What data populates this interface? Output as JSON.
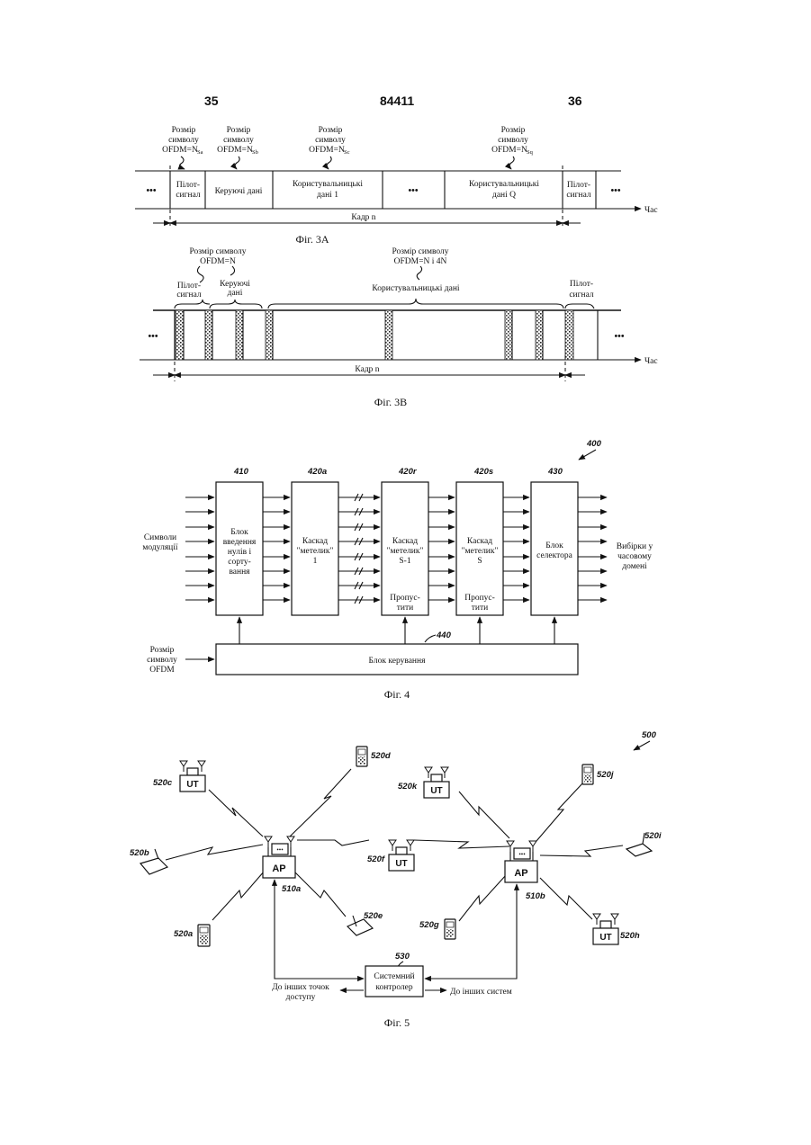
{
  "header": {
    "left_page": "35",
    "doc_number": "84411",
    "right_page": "36"
  },
  "fig3a": {
    "label_sa": [
      "Розмір",
      "символу",
      "OFDM=N",
      "Sa"
    ],
    "label_sb": [
      "Розмір",
      "символу",
      "OFDM=N",
      "Sb"
    ],
    "label_sc": [
      "Розмір",
      "символу",
      "OFDM=N",
      "Sc"
    ],
    "label_sq": [
      "Розмір",
      "символу",
      "OFDM=N",
      "Sq"
    ],
    "ellipsis": "•••",
    "pilot": [
      "Пілот-",
      "сигнал"
    ],
    "control": "Керуючі дані",
    "user1": [
      "Користувальницькі",
      "дані 1"
    ],
    "userq": [
      "Користувальницькі",
      "дані Q"
    ],
    "time": "Час",
    "frame": "Кадр n",
    "caption": "Фіг. 3А"
  },
  "fig3b": {
    "symbol_n": [
      "Розмір символу",
      "OFDM=N"
    ],
    "symbol_n4n": [
      "Розмір символу",
      "OFDM=N і 4N"
    ],
    "pilot": [
      "Пілот-",
      "сигнал"
    ],
    "control": [
      "Керуючі",
      "дані"
    ],
    "user": "Користувальницькі дані",
    "ellipsis": "•••",
    "time": "Час",
    "frame": "Кадр n",
    "caption": "Фіг. 3В"
  },
  "fig4": {
    "ref_main": "400",
    "ref_410": "410",
    "ref_420a": "420a",
    "ref_420r": "420r",
    "ref_420s": "420s",
    "ref_430": "430",
    "ref_440": "440",
    "input_label": [
      "Символи",
      "модуляції"
    ],
    "output_label": [
      "Вибірки у",
      "часовому",
      "домені"
    ],
    "block410": [
      "Блок",
      "введення",
      "нулів і",
      "сорту-",
      "вання"
    ],
    "block420a": [
      "Каскад",
      "\"метелик\"",
      "1"
    ],
    "block420r": [
      "Каскад",
      "\"метелик\"",
      "S-1"
    ],
    "block420s": [
      "Каскад",
      "\"метелик\"",
      "S"
    ],
    "bypass": [
      "Пропус-",
      "тити"
    ],
    "block430": [
      "Блок",
      "селектора"
    ],
    "control_label": [
      "Розмір",
      "символу",
      "OFDM"
    ],
    "control_block": "Блок керування",
    "caption": "Фіг. 4"
  },
  "fig5": {
    "ref_main": "500",
    "ap": "AP",
    "ut": "UT",
    "ref_510a": "510a",
    "ref_510b": "510b",
    "ref_520a": "520a",
    "ref_520b": "520b",
    "ref_520c": "520c",
    "ref_520d": "520d",
    "ref_520e": "520e",
    "ref_520f": "520f",
    "ref_520g": "520g",
    "ref_520h": "520h",
    "ref_520i": "520i",
    "ref_520j": "520j",
    "ref_520k": "520k",
    "ref_530": "530",
    "controller": [
      "Системний",
      "контролер"
    ],
    "to_access_points": [
      "До інших точок",
      "доступу"
    ],
    "to_systems": "До інших систем",
    "caption": "Фіг. 5"
  }
}
